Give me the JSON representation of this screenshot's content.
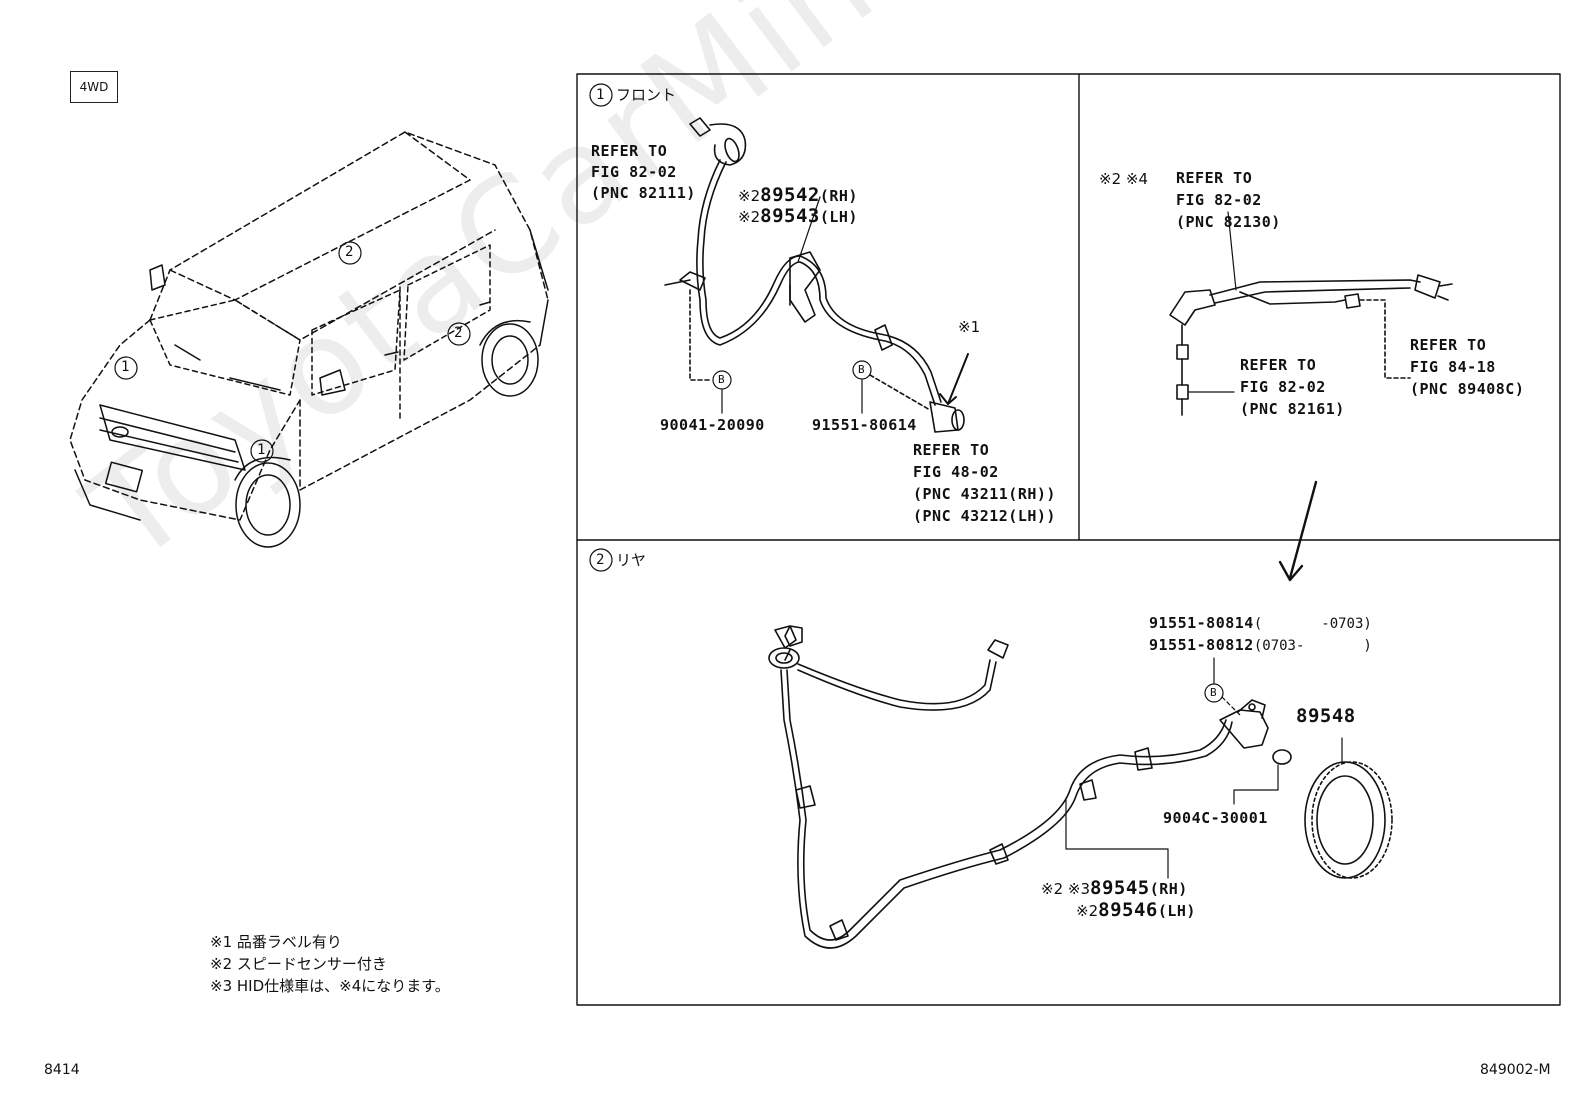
{
  "badge": "4WD",
  "watermark": "ToyotaCarMine.ru",
  "sheet_left": "8414",
  "sheet_right": "849002-M",
  "notes": [
    "※1 品番ラベル有り",
    "※2 スピードセンサー付き",
    "※3 HID仕様車は、※4になります。"
  ],
  "car_callouts": {
    "c1a": "1",
    "c1b": "1",
    "c2a": "2",
    "c2b": "2"
  },
  "front": {
    "title_num": "1",
    "title": "フロント",
    "refer_a": [
      "REFER TO",
      "FIG 82-02",
      "(PNC 82111)"
    ],
    "part_rh_mark": "※2",
    "part_rh": "89542",
    "part_rh_side": "(RH)",
    "part_lh_mark": "※2",
    "part_lh": "89543",
    "part_lh_side": "(LH)",
    "mark1": "※1",
    "b1": "B",
    "bolt1": "90041-20090",
    "b2": "B",
    "bolt2": "91551-80614",
    "refer_b": [
      "REFER TO",
      "FIG 48-02",
      "(PNC 43211(RH))",
      "(PNC 43212(LH))"
    ]
  },
  "harness": {
    "mark": "※2 ※4",
    "refer_a": [
      "REFER TO",
      "FIG 82-02",
      "(PNC 82130)"
    ],
    "refer_b": [
      "REFER TO",
      "FIG 82-02",
      "(PNC 82161)"
    ],
    "refer_c": [
      "REFER TO",
      "FIG 84-18",
      "(PNC 89408C)"
    ]
  },
  "rear": {
    "title_num": "2",
    "title": "リヤ",
    "bolt_a": "91551-80814",
    "bolt_a_range": "(       -0703)",
    "bolt_b": "91551-80812",
    "bolt_b_range": "(0703-       )",
    "b": "B",
    "rotor": "89548",
    "clip": "9004C-30001",
    "part_rh_mark": "※2 ※3",
    "part_rh": "89545",
    "part_rh_side": "(RH)",
    "part_lh_mark": "※2",
    "part_lh": "89546",
    "part_lh_side": "(LH)"
  }
}
